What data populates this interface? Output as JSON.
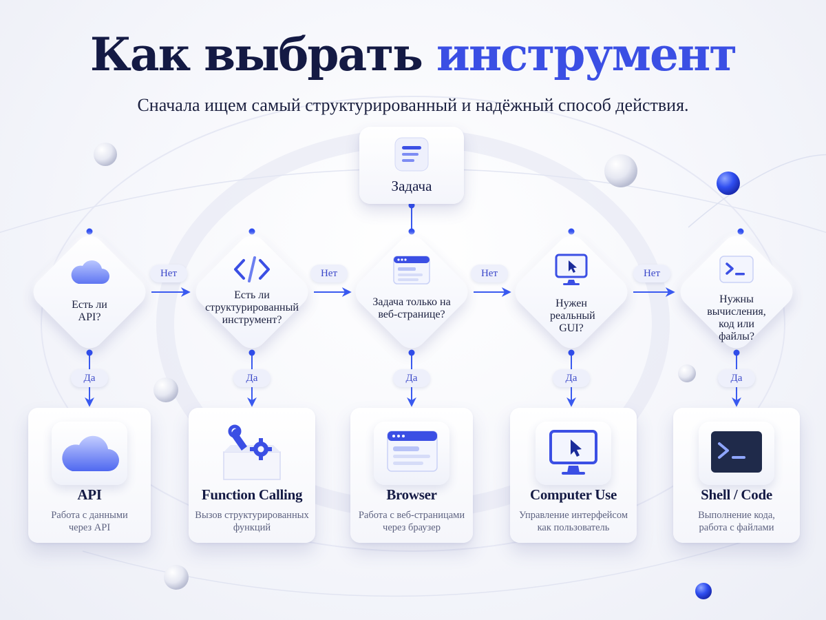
{
  "title": {
    "main": "Как выбрать",
    "accent": "инструмент"
  },
  "subtitle": "Сначала ищем самый структурированный и надёжный способ действия.",
  "start": {
    "label": "Задача",
    "icon": "document-icon"
  },
  "decisions": [
    {
      "question": "Есть ли API?",
      "icon": "cloud-icon",
      "no_label": "Нет",
      "yes_label": "Да"
    },
    {
      "question": "Есть ли структурированный инструмент?",
      "icon": "code-icon",
      "no_label": "Нет",
      "yes_label": "Да"
    },
    {
      "question": "Задача только на веб-странице?",
      "icon": "browser-window-icon",
      "no_label": "Нет",
      "yes_label": "Да"
    },
    {
      "question": "Нужен реальный GUI?",
      "icon": "monitor-cursor-icon",
      "no_label": "Нет",
      "yes_label": "Да"
    },
    {
      "question": "Нужны вычисления, код или файлы?",
      "icon": "terminal-icon",
      "yes_label": "Да"
    }
  ],
  "outcomes": [
    {
      "title": "API",
      "description": "Работа с данными через API",
      "icon": "cloud-icon"
    },
    {
      "title": "Function Calling",
      "description": "Вызов структурированных функций",
      "icon": "tools-box-icon"
    },
    {
      "title": "Browser",
      "description": "Работа с веб-страницами через браузер",
      "icon": "browser-window-icon"
    },
    {
      "title": "Computer Use",
      "description": "Управление интерфейсом как пользователь",
      "icon": "monitor-cursor-icon"
    },
    {
      "title": "Shell / Code",
      "description": "Выполнение кода, работа с файлами",
      "icon": "terminal-icon"
    }
  ],
  "colors": {
    "accent": "#3b4fe4",
    "text_dark": "#141a44",
    "text_muted": "#5d6280",
    "connector": "#3a5af0"
  }
}
